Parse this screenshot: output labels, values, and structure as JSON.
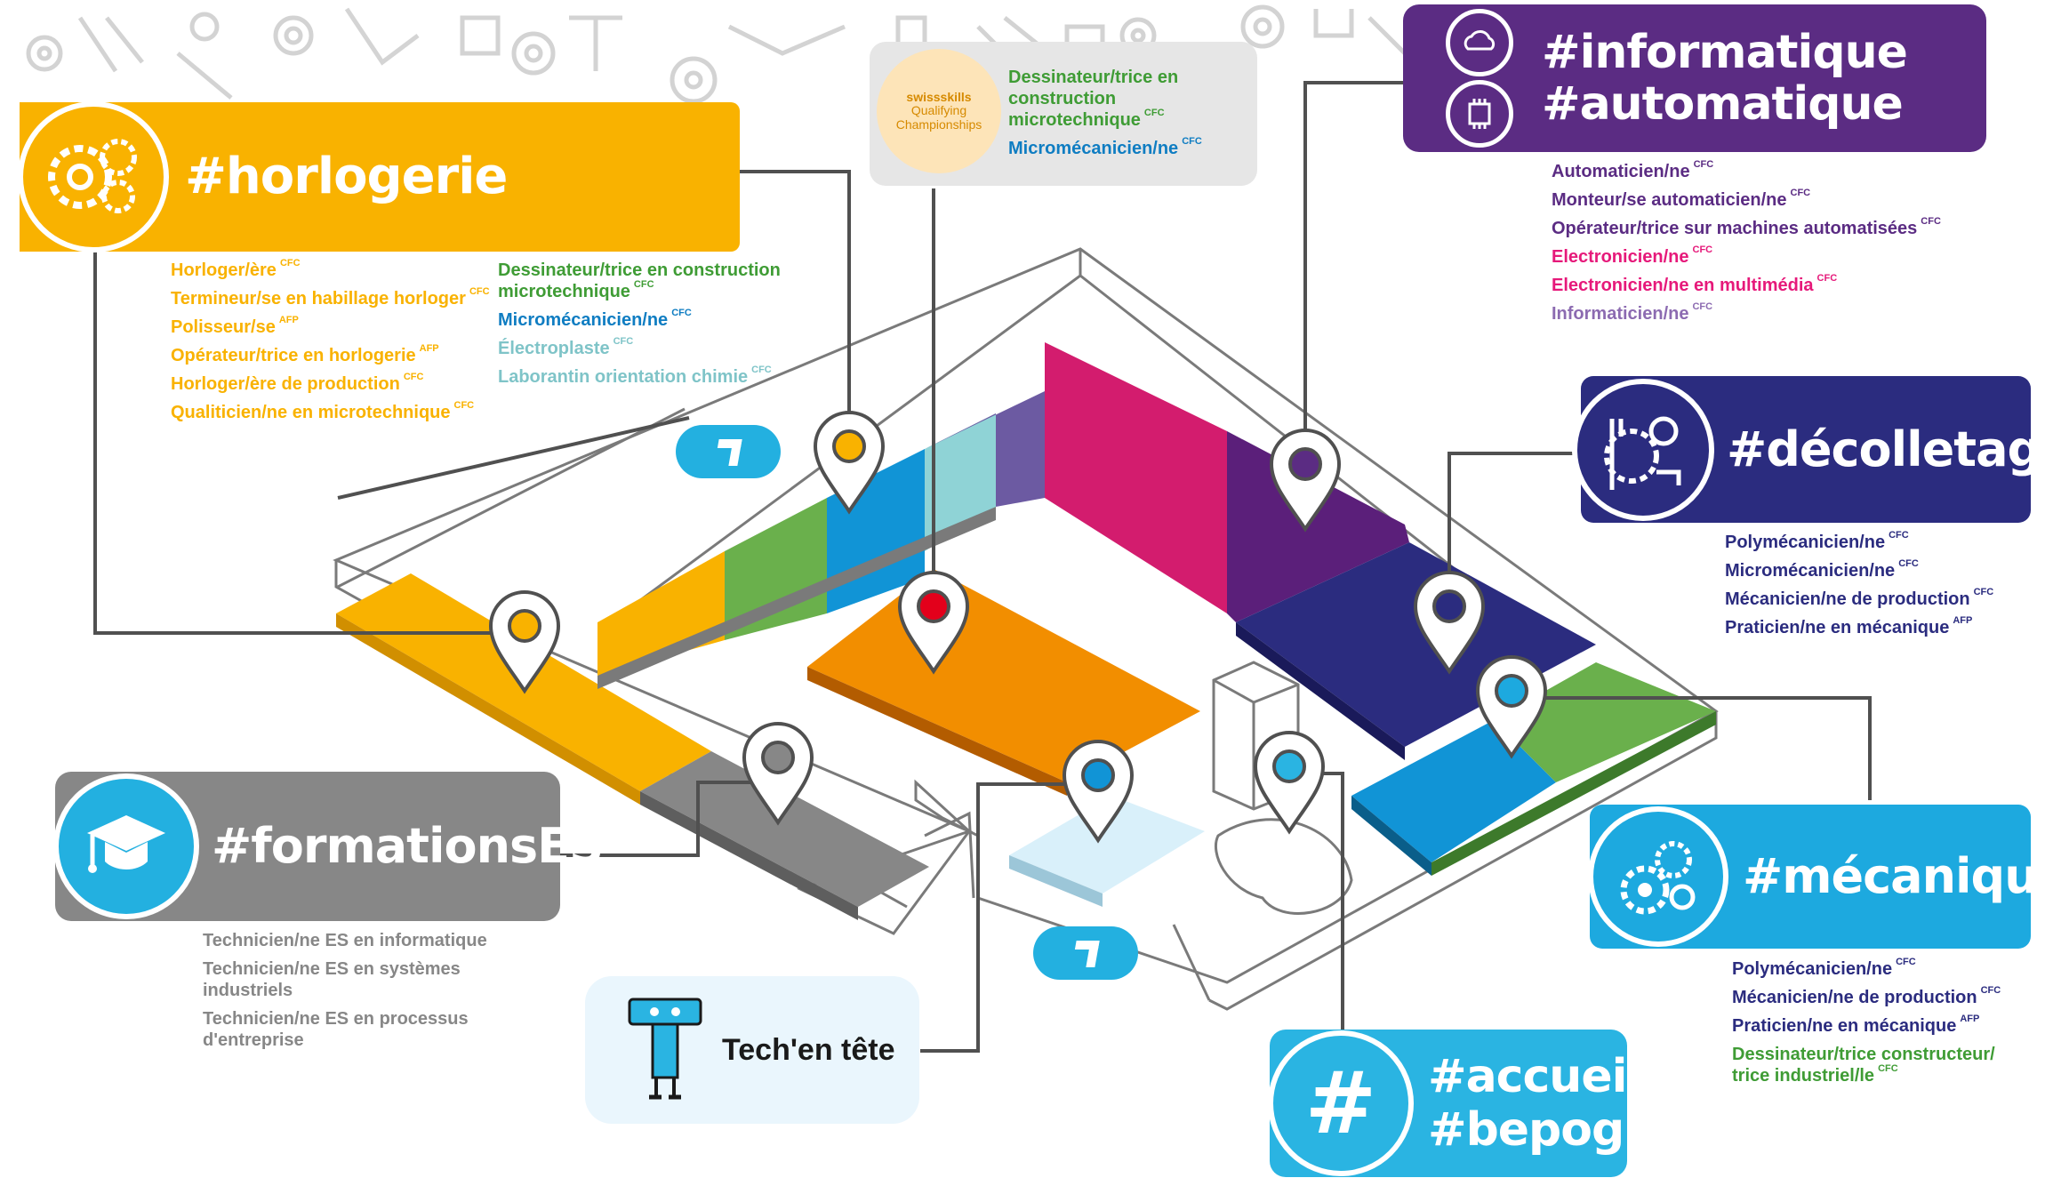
{
  "colors": {
    "horlogerie": "#f9b200",
    "info": "#5b2c83",
    "decolletage": "#2b2c7f",
    "mecanique": "#1da9df",
    "formations": "#878787",
    "accueil": "#2ab4e2",
    "swiss": "#e6e6e6",
    "green": "#3f9c35",
    "blue": "#0f7dc2",
    "teal": "#7fc4c8",
    "magenta": "#e6197a",
    "purple_light": "#8c6bb1"
  },
  "horlogerie": {
    "tag": "#horlogerie",
    "icon": "gears-icon",
    "professions": [
      {
        "name": "Horloger/ère",
        "level": "CFC"
      },
      {
        "name": "Termineur/se en habillage horloger",
        "level": "CFC"
      },
      {
        "name": "Polisseur/se",
        "level": "AFP"
      },
      {
        "name": "Opérateur/trice en horlogerie",
        "level": "AFP"
      },
      {
        "name": "Horloger/ère de production",
        "level": "CFC"
      },
      {
        "name": "Qualiticien/ne en microtechnique",
        "level": "CFC"
      }
    ],
    "professions2": [
      {
        "name": "Dessinateur/trice en construction microtechnique",
        "level": "CFC",
        "color": "green"
      },
      {
        "name": "Micromécanicien/ne",
        "level": "CFC",
        "color": "blue"
      },
      {
        "name": "Électroplaste",
        "level": "CFC",
        "color": "teal"
      },
      {
        "name": "Laborantin orientation chimie",
        "level": "CFC",
        "color": "teal"
      }
    ]
  },
  "swissskills": {
    "logo_line1": "swissskills",
    "logo_line2": "Qualifying",
    "logo_line3": "Championships",
    "professions": [
      {
        "name": "Dessinateur/trice en construction microtechnique",
        "level": "CFC",
        "color": "green"
      },
      {
        "name": "Micromécanicien/ne",
        "level": "CFC",
        "color": "blue"
      }
    ]
  },
  "informatique": {
    "tag1": "#informatique",
    "tag2": "#automatique",
    "professions": [
      {
        "name": "Automaticien/ne",
        "level": "CFC",
        "color": "info"
      },
      {
        "name": "Monteur/se automaticien/ne",
        "level": "CFC",
        "color": "info"
      },
      {
        "name": "Opérateur/trice sur machines automatisées",
        "level": "CFC",
        "color": "info"
      },
      {
        "name": "Electronicien/ne",
        "level": "CFC",
        "color": "magenta"
      },
      {
        "name": "Electronicien/ne en multimédia",
        "level": "CFC",
        "color": "magenta"
      },
      {
        "name": "Informaticien/ne",
        "level": "CFC",
        "color": "purple_light"
      }
    ]
  },
  "decolletage": {
    "tag": "#décolletage",
    "icon": "lathe-icon",
    "professions": [
      {
        "name": "Polymécanicien/ne",
        "level": "CFC"
      },
      {
        "name": "Micromécanicien/ne",
        "level": "CFC"
      },
      {
        "name": "Mécanicien/ne de production",
        "level": "CFC"
      },
      {
        "name": "Praticien/ne en mécanique",
        "level": "AFP"
      }
    ]
  },
  "mecanique": {
    "tag": "#mécanique",
    "icon": "gears-icon",
    "professions": [
      {
        "name": "Polymécanicien/ne",
        "level": "CFC",
        "color": "decolletage"
      },
      {
        "name": "Mécanicien/ne de production",
        "level": "CFC",
        "color": "decolletage"
      },
      {
        "name": "Praticien/ne en mécanique",
        "level": "AFP",
        "color": "decolletage"
      },
      {
        "name": "Dessinateur/trice constructeur/ trice industriel/le",
        "level": "CFC",
        "color": "green"
      }
    ]
  },
  "formations": {
    "tag": "#formationsES",
    "icon": "graduation-cap-icon",
    "professions": [
      {
        "name": "Technicien/ne ES en informatique",
        "level": ""
      },
      {
        "name": "Technicien/ne ES en systèmes industriels",
        "level": ""
      },
      {
        "name": "Technicien/ne ES en processus d'entreprise",
        "level": ""
      }
    ]
  },
  "techentete": {
    "label": "Tech'en tête",
    "icon": "mascot-icon"
  },
  "accueil": {
    "symbol": "#",
    "tag1": "#accueil",
    "tag2": "#bepog"
  }
}
